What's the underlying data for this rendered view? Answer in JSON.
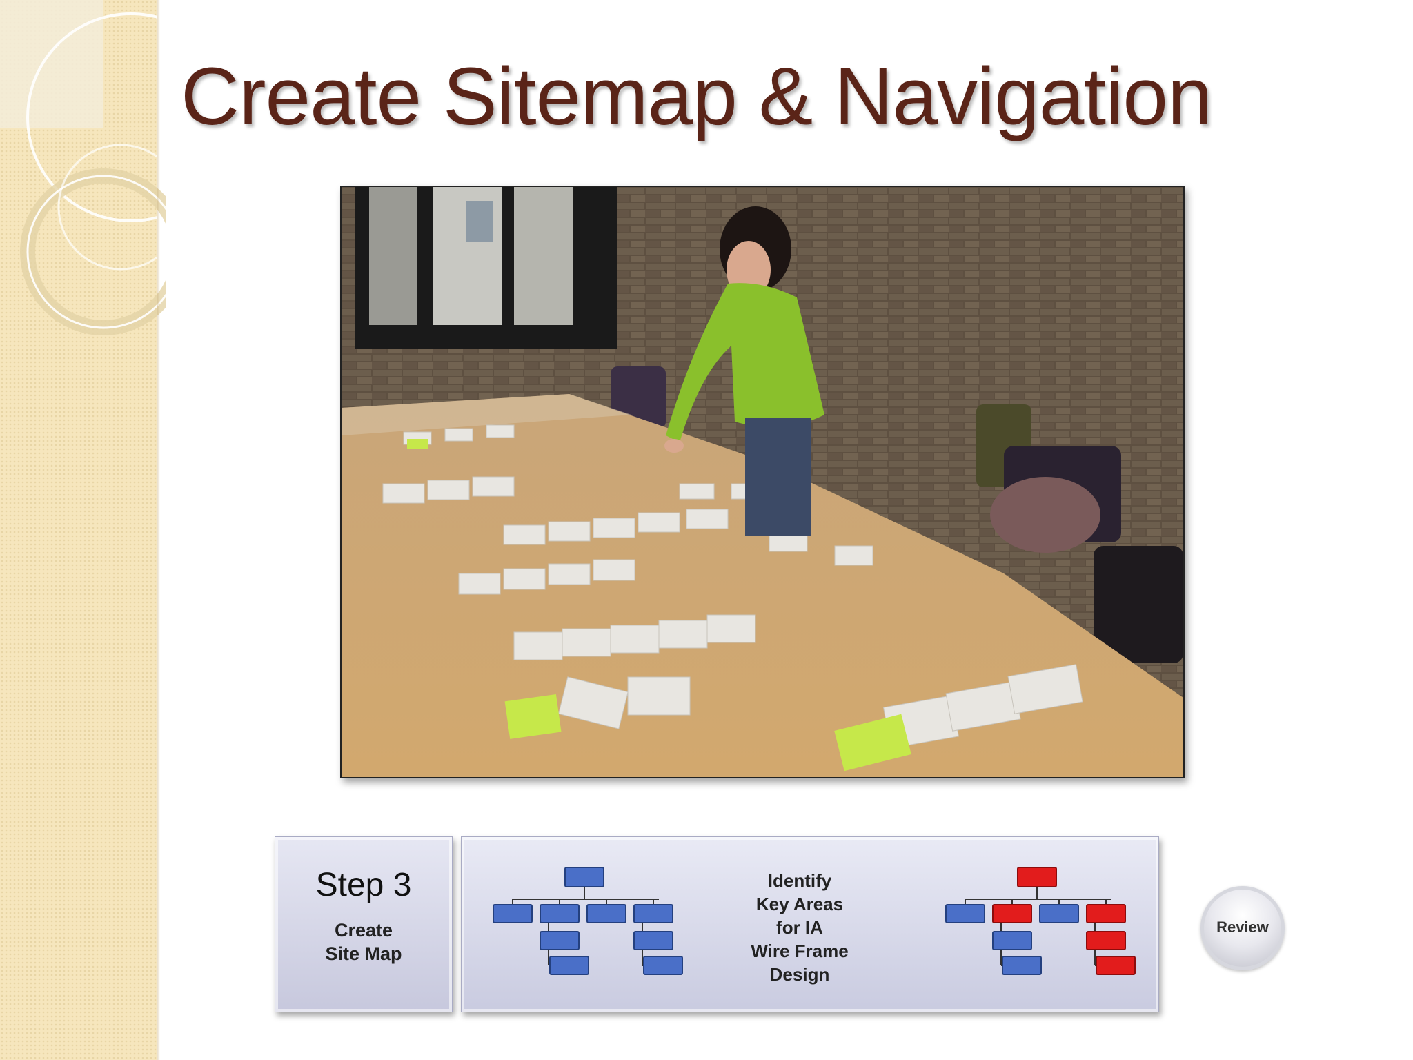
{
  "slide": {
    "title": "Create Sitemap & Navigation"
  },
  "process": {
    "step": {
      "title": "Step 3",
      "subtitle_lines": [
        "Create",
        "Site Map"
      ]
    },
    "flow": {
      "text_lines": [
        "Identify",
        "Key Areas",
        "for IA",
        "Wire Frame",
        "Design"
      ]
    },
    "review_label": "Review"
  },
  "colors": {
    "title": "#5a2418",
    "node_blue": "#4a6fc8",
    "node_red": "#e21c1c",
    "side_band": "#f6e6bd"
  }
}
